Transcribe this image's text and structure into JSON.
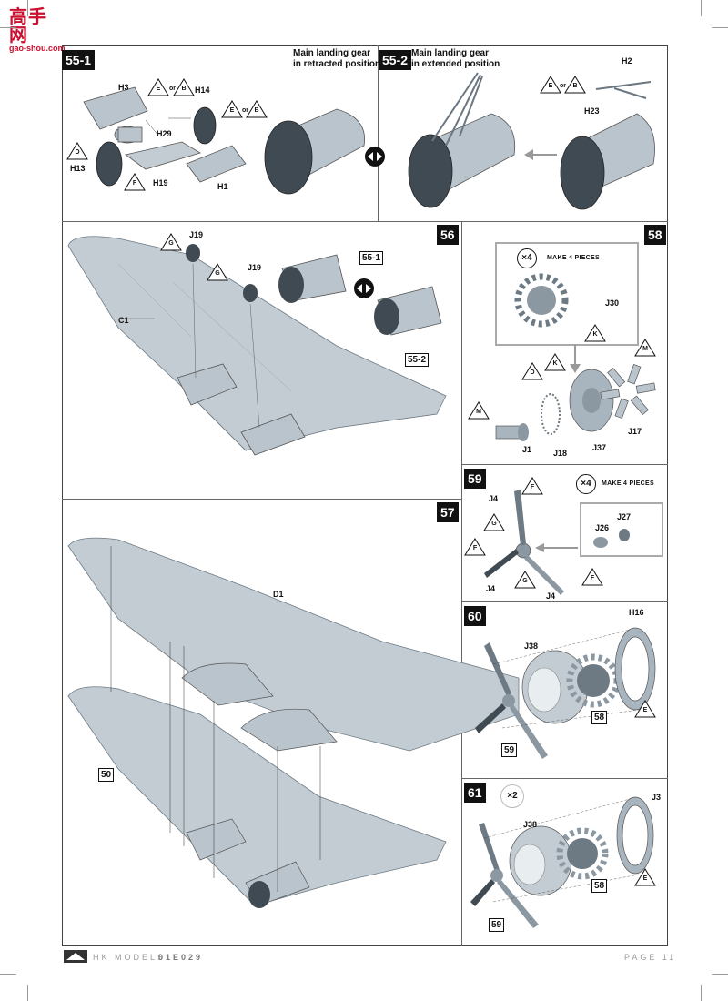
{
  "watermark": {
    "name": "高手网",
    "url": "gao-shou.com"
  },
  "steps": {
    "s55_1": {
      "num": "55-1",
      "caption_line1": "Main landing gear",
      "caption_line2": "in retracted position",
      "parts": [
        "H3",
        "H14",
        "H29",
        "H13",
        "H19",
        "H1"
      ],
      "or_word": "or",
      "symbols": [
        "E",
        "B",
        "E",
        "B",
        "D",
        "F"
      ]
    },
    "s55_2": {
      "num": "55-2",
      "caption_line1": "Main landing gear",
      "caption_line2": "in extended position",
      "parts": [
        "H2",
        "H23"
      ],
      "or_word": "or",
      "symbols": [
        "E",
        "B"
      ]
    },
    "s56": {
      "num": "56",
      "parts": [
        "J19",
        "J19",
        "C1"
      ],
      "refs": [
        "55-1",
        "55-2"
      ],
      "symbols": [
        "G",
        "G"
      ]
    },
    "s57": {
      "num": "57",
      "parts": [
        "D1"
      ],
      "refs": [
        "50"
      ]
    },
    "s58": {
      "num": "58",
      "multiplier": "×4",
      "make_text": "MAKE 4 PIECES",
      "parts": [
        "J30",
        "J1",
        "J18",
        "J37",
        "J17"
      ],
      "symbols": [
        "K",
        "D",
        "K",
        "M",
        "M"
      ]
    },
    "s59": {
      "num": "59",
      "multiplier": "×4",
      "make_text": "MAKE 4 PIECES",
      "parts": [
        "J4",
        "J26",
        "J27",
        "J4",
        "J4"
      ],
      "symbols": [
        "F",
        "G",
        "F",
        "G",
        "F"
      ]
    },
    "s60": {
      "num": "60",
      "parts": [
        "H16",
        "J38"
      ],
      "refs": [
        "58",
        "59"
      ],
      "symbols": [
        "E"
      ]
    },
    "s61": {
      "num": "61",
      "multiplier": "×2",
      "parts": [
        "J3",
        "J38"
      ],
      "refs": [
        "58",
        "59"
      ],
      "symbols": [
        "E"
      ]
    }
  },
  "footer": {
    "brand": "HK MODELS",
    "code": "01E029",
    "page": "PAGE 11"
  },
  "colors": {
    "part_fill": "#b9c4cc",
    "part_dark": "#8b98a2",
    "step_bg": "#111111",
    "watermark": "#c8102e"
  }
}
